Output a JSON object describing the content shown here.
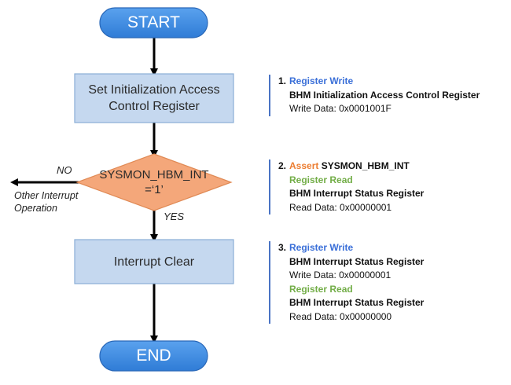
{
  "flow": {
    "start": "START",
    "step1": [
      "Set Initialization Access",
      "Control Register"
    ],
    "decision": [
      "SYSMON_HBM_INT",
      "=‘1’"
    ],
    "no_label": "NO",
    "yes_label": "YES",
    "other_op": [
      "Other Interrupt",
      "Operation"
    ],
    "step2": "Interrupt Clear",
    "end": "END"
  },
  "notes": [
    {
      "num": "1.",
      "lines": [
        {
          "action": "Register Write",
          "color": "blue"
        },
        {
          "text": "BHM Initialization Access Control Register",
          "bold": true
        },
        {
          "text": "Write Data: 0x0001001F"
        }
      ]
    },
    {
      "num": "2.",
      "lines": [
        {
          "action": "Assert",
          "color": "orange",
          "rest": " SYSMON_HBM_INT"
        },
        {
          "action": "Register Read",
          "color": "green"
        },
        {
          "text": "BHM Interrupt Status Register",
          "bold": true
        },
        {
          "text": "Read Data: 0x00000001"
        }
      ]
    },
    {
      "num": "3.",
      "lines": [
        {
          "action": "Register Write",
          "color": "blue"
        },
        {
          "text": "BHM Interrupt Status Register",
          "bold": true
        },
        {
          "text": "Write Data: 0x00000001"
        },
        {
          "action": "Register Read",
          "color": "green"
        },
        {
          "text": "BHM Interrupt Status Register",
          "bold": true
        },
        {
          "text": "Read Data: 0x00000000"
        }
      ]
    }
  ],
  "colors": {
    "terminal": "#3d8be0",
    "process": "#c5d8ef",
    "decision": "#f4a77a",
    "write": "#3a6fd8",
    "read": "#72ad47",
    "assert": "#ec7d31"
  }
}
